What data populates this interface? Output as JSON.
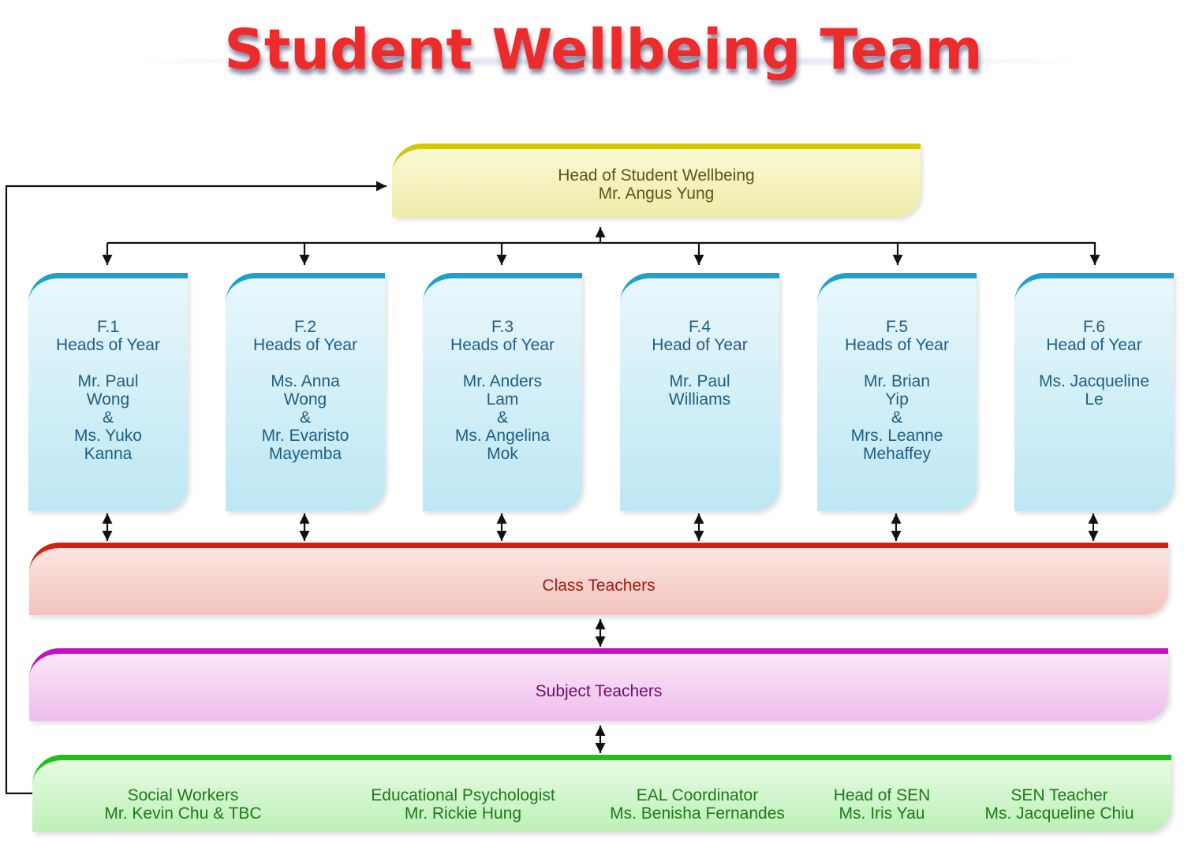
{
  "title": "Student Wellbeing Team",
  "head": {
    "role": "Head of Student Wellbeing",
    "name": "Mr. Angus Yung"
  },
  "years": [
    {
      "form": "F.1",
      "role": "Heads of Year",
      "lines": [
        "Mr. Paul",
        "Wong",
        "&",
        "Ms. Yuko",
        "Kanna"
      ]
    },
    {
      "form": "F.2",
      "role": "Heads of Year",
      "lines": [
        "Ms. Anna",
        "Wong",
        "&",
        "Mr. Evaristo",
        "Mayemba"
      ]
    },
    {
      "form": "F.3",
      "role": "Heads of Year",
      "lines": [
        "Mr. Anders",
        "Lam",
        "&",
        "Ms. Angelina",
        "Mok"
      ]
    },
    {
      "form": "F.4",
      "role": "Head of Year",
      "lines": [
        "Mr. Paul",
        "Williams"
      ]
    },
    {
      "form": "F.5",
      "role": "Heads of Year",
      "lines": [
        "Mr. Brian",
        "Yip",
        "&",
        "Mrs. Leanne",
        "Mehaffey"
      ]
    },
    {
      "form": "F.6",
      "role": "Head of Year",
      "lines": [
        "Ms. Jacqueline",
        "Le"
      ]
    }
  ],
  "class_teachers": "Class Teachers",
  "subject_teachers": "Subject Teachers",
  "support": [
    {
      "role": "Social Workers",
      "name": "Mr. Kevin Chu & TBC"
    },
    {
      "role": "Educational Psychologist",
      "name": "Mr. Rickie Hung"
    },
    {
      "role": "EAL Coordinator",
      "name": "Ms. Benisha Fernandes"
    },
    {
      "role": "Head of SEN",
      "name": "Ms. Iris Yau"
    },
    {
      "role": "SEN Teacher",
      "name": "Ms. Jacqueline Chiu"
    }
  ]
}
